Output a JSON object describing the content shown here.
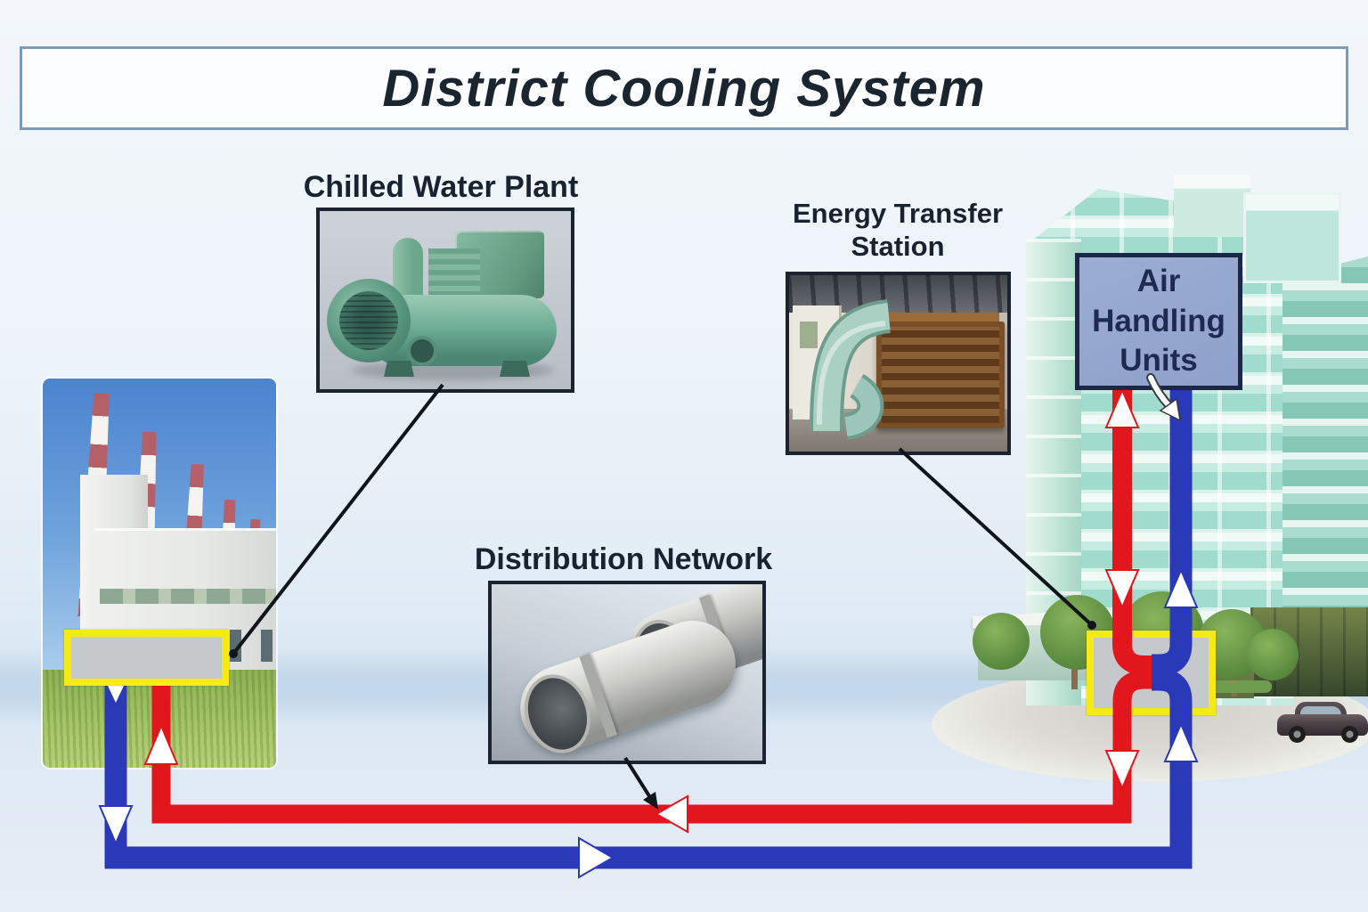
{
  "title": "District Cooling System",
  "labels": {
    "chilled_water_plant": "Chilled Water Plant",
    "energy_transfer_station": [
      "Energy Transfer",
      "Station"
    ],
    "distribution_network": "Distribution Network",
    "air_handling_units": [
      "Air",
      "Handling",
      "Units"
    ]
  },
  "colors": {
    "supply_pipe_blue": "#2a39b8",
    "return_pipe_red": "#e2161d",
    "connection_box_border_yellow": "#f5e916",
    "connection_box_fill_gray": "#c6c9cb",
    "ahu_box_fill": "#93a5cc",
    "ahu_box_border": "#1c2747",
    "title_text": "#1b2530",
    "label_text": "#19232f",
    "banner_border": "#7e9cba"
  },
  "icons": {
    "flow_arrow": "white triangle",
    "cursor_arrow": "white down-right arrow",
    "connector_dot": "black circle",
    "connector_arrowhead": "black triangle"
  }
}
